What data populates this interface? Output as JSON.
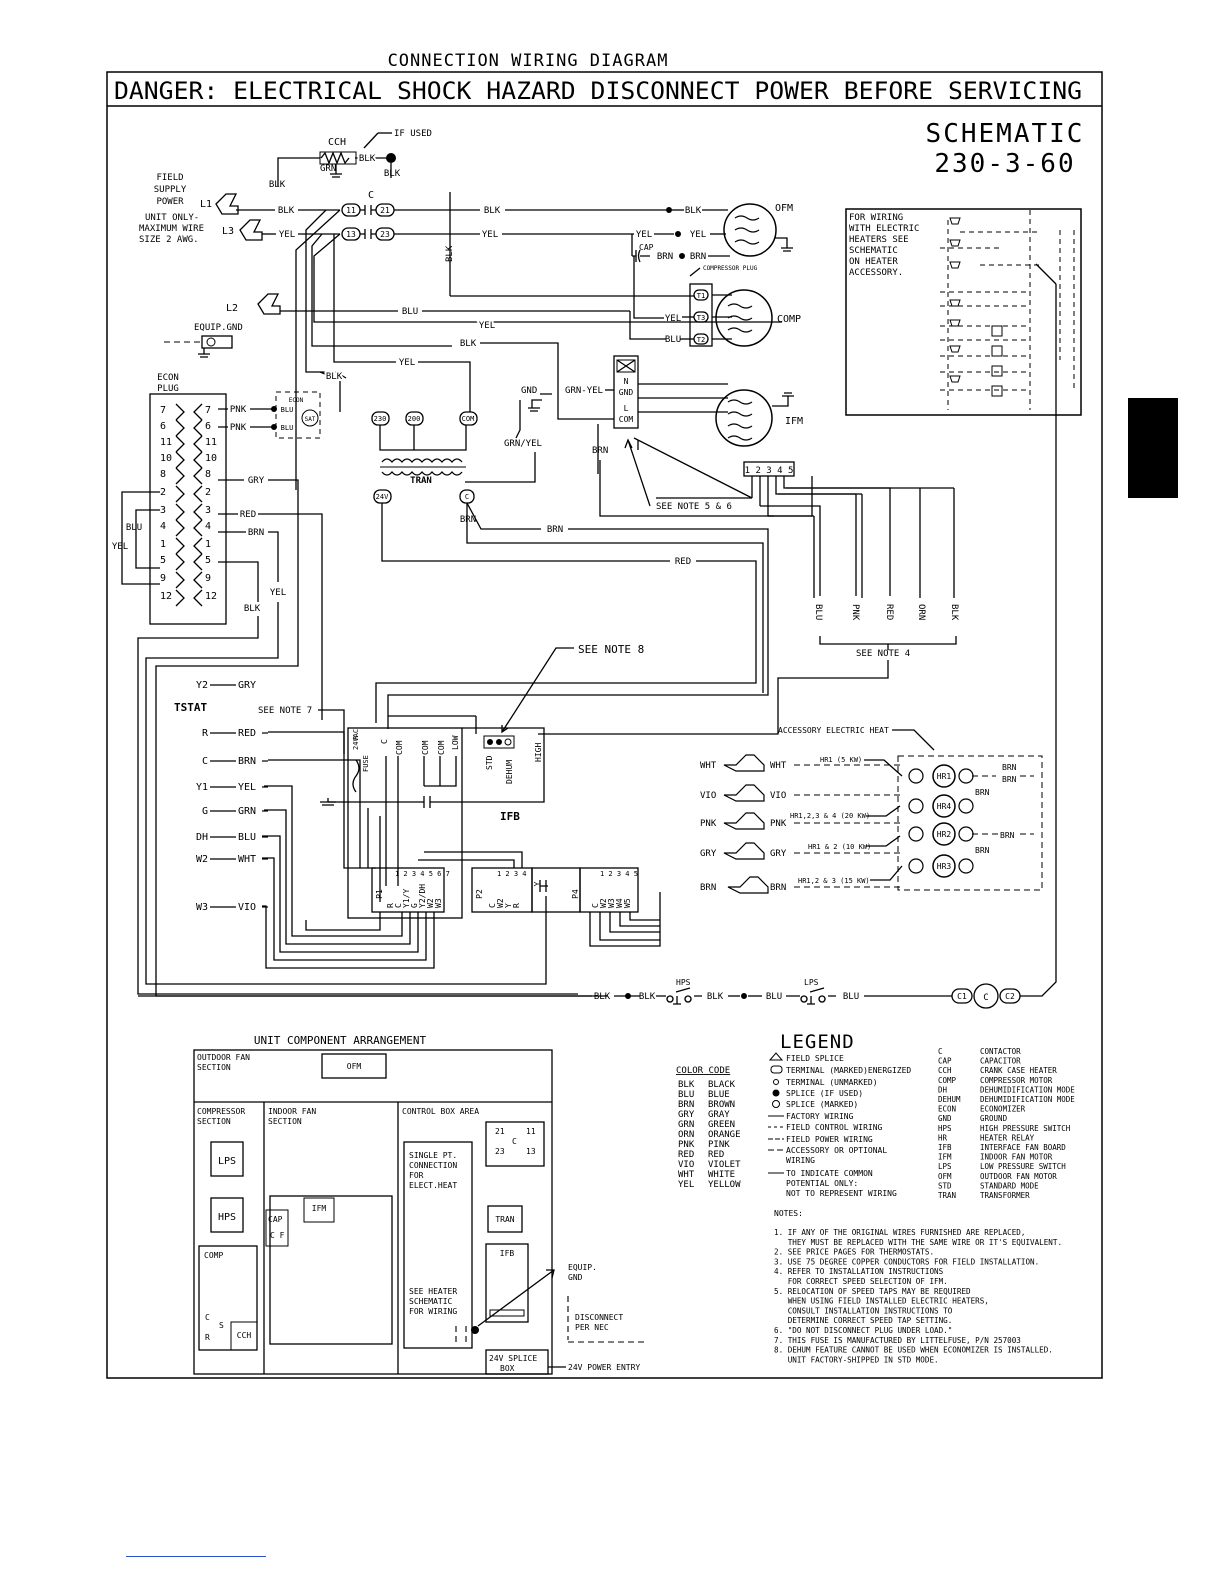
{
  "title": "CONNECTION WIRING DIAGRAM",
  "danger": "DANGER: ELECTRICAL SHOCK HAZARD DISCONNECT POWER BEFORE SERVICING",
  "schematic": {
    "line1": "SCHEMATIC",
    "line2": "230-3-60"
  },
  "supply": {
    "cch": "CCH",
    "if_used": "IF USED",
    "field_supply": [
      "FIELD",
      "SUPPLY",
      "POWER"
    ],
    "unit_only": [
      "UNIT ONLY-",
      "MAXIMUM WIRE",
      "SIZE 2 AWG."
    ],
    "l1": "L1",
    "l2": "L2",
    "l3": "L3",
    "c": "C",
    "t11": "11",
    "t21": "21",
    "t13": "13",
    "t23": "23",
    "equip_gnd": "EQUIP.GND",
    "econ_plug": [
      "ECON",
      "PLUG"
    ],
    "cap": "CAP",
    "compressor_plug": "COMPRESSOR PLUG",
    "t1": "T1",
    "t2": "T2",
    "t3": "T3",
    "ofm": "OFM",
    "comp": "COMP",
    "ifm": "IFM"
  },
  "heater_note": [
    "FOR WIRING",
    "WITH ELECTRIC",
    "HEATERS SEE",
    "SCHEMATIC",
    "ON HEATER",
    "ACCESSORY."
  ],
  "wire_labels": {
    "blk": "BLK",
    "yel": "YEL",
    "grn": "GRN",
    "blu": "BLU",
    "brn": "BRN",
    "red": "RED",
    "gry": "GRY",
    "pnk": "PNK",
    "orn": "ORN",
    "wht": "WHT",
    "vio": "VIO",
    "grn_yel": "GRN-YEL",
    "grn_slash_yel": "GRN/YEL",
    "gnd": "GND"
  },
  "econ_pins_left": [
    "7",
    "6",
    "11",
    "10",
    "8",
    "2",
    "3",
    "4",
    "1",
    "5",
    "9",
    "12"
  ],
  "econ_pins_right": [
    "7",
    "6",
    "11",
    "10",
    "8",
    "2",
    "3",
    "4",
    "1",
    "5",
    "9",
    "12"
  ],
  "econ_box": {
    "econ": "ECON",
    "sat": "SAT"
  },
  "transformer": {
    "v230": "230",
    "v200": "200",
    "com": "COM",
    "tran": "TRAN",
    "v24": "24V",
    "c": "C"
  },
  "fan_block": {
    "n": "N",
    "gnd": "GND",
    "l": "L",
    "com": "COM"
  },
  "ifm_pins": "1 2 3 4 5",
  "see_note_56": "SEE NOTE 5 & 6",
  "see_note_4": "SEE NOTE 4",
  "see_note_8": "SEE NOTE 8",
  "see_note_7": "SEE NOTE 7",
  "tstat": {
    "title": "TSTAT",
    "terminals": [
      {
        "term": "Y2",
        "wire": "GRY"
      },
      {
        "term": "R",
        "wire": "RED"
      },
      {
        "term": "C",
        "wire": "BRN"
      },
      {
        "term": "Y1",
        "wire": "YEL"
      },
      {
        "term": "G",
        "wire": "GRN"
      },
      {
        "term": "DH",
        "wire": "BLU"
      },
      {
        "term": "W2",
        "wire": "WHT"
      },
      {
        "term": "W3",
        "wire": "VIO"
      }
    ]
  },
  "ifb": {
    "label": "IFB",
    "fuse": "FUSE",
    "v24": "24VAC",
    "r": "R",
    "c": "C",
    "com": "COM",
    "low": "LOW",
    "std": "STD",
    "dehum": "DEHUM",
    "high": "HIGH",
    "p1": "P1",
    "p2": "P2",
    "p4": "P4",
    "y": "Y",
    "p1_pins": [
      "R",
      "C",
      "Y1/Y",
      "G",
      "Y2/DH",
      "W2",
      "W3"
    ],
    "p2_pins": [
      "C",
      "W2",
      "Y",
      "R"
    ],
    "p4_pins": [
      "C",
      "W2",
      "W3",
      "W4",
      "W5"
    ],
    "p1_nums": "1 2 3 4 5 6 7",
    "p2_nums": "1 2 3 4",
    "p4_nums": "1 2 3 4 5"
  },
  "heat": {
    "accessory": "ACCESSORY ELECTRIC HEAT",
    "hr1_5kw": "HR1 (5 KW)",
    "hr1234_20kw": "HR1,2,3 & 4 (20 KW)",
    "hr12_10kw": "HR1 & 2 (10 KW)",
    "hr123_15kw": "HR1,2 & 3 (15 KW)",
    "relays": [
      "HR1",
      "HR4",
      "HR2",
      "HR3"
    ],
    "splices": [
      "WHT",
      "VIO",
      "PNK",
      "GRY",
      "BRN"
    ]
  },
  "bottom": {
    "hps": "HPS",
    "lps": "LPS",
    "c1": "C1",
    "c": "C",
    "c2": "C2"
  },
  "arrangement": {
    "title": "UNIT COMPONENT ARRANGEMENT",
    "outdoor_fan": [
      "OUTDOOR FAN",
      "SECTION"
    ],
    "ofm": "OFM",
    "compressor": [
      "COMPRESSOR",
      "SECTION"
    ],
    "indoor_fan": [
      "INDOOR FAN",
      "SECTION"
    ],
    "control_box": "CONTROL BOX AREA",
    "lps": "LPS",
    "hps": "HPS",
    "comp": "COMP",
    "c": "C",
    "s": "S",
    "r": "R",
    "cch": "CCH",
    "cap": "CAP",
    "cf": "C F",
    "ifm": "IFM",
    "single_pt": [
      "SINGLE PT.",
      "CONNECTION",
      "FOR",
      "ELECT.HEAT"
    ],
    "see_heater": [
      "SEE HEATER",
      "SCHEMATIC",
      "FOR WIRING"
    ],
    "contactor": {
      "t21": "21",
      "t11": "11",
      "c": "C",
      "t23": "23",
      "t13": "13"
    },
    "tran": "TRAN",
    "ifb": "IFB",
    "equip_gnd": [
      "EQUIP.",
      "GND"
    ],
    "disconnect": [
      "DISCONNECT",
      "PER NEC"
    ],
    "splice_box": [
      "24V SPLICE",
      "BOX"
    ],
    "power_entry": "24V POWER ENTRY"
  },
  "legend": {
    "title": "LEGEND",
    "symbols": [
      "FIELD SPLICE",
      "TERMINAL (MARKED)ENERGIZED",
      "TERMINAL (UNMARKED)",
      "SPLICE (IF USED)",
      "SPLICE (MARKED)",
      "FACTORY WIRING",
      "FIELD CONTROL WIRING",
      "FIELD POWER WIRING",
      "ACCESSORY OR OPTIONAL",
      "WIRING",
      "TO INDICATE COMMON",
      "POTENTIAL ONLY:",
      "NOT TO REPRESENT WIRING"
    ],
    "color_code_title": "COLOR  CODE",
    "colors": [
      {
        "code": "BLK",
        "name": "BLACK"
      },
      {
        "code": "BLU",
        "name": "BLUE"
      },
      {
        "code": "BRN",
        "name": "BROWN"
      },
      {
        "code": "GRY",
        "name": "GRAY"
      },
      {
        "code": "GRN",
        "name": "GREEN"
      },
      {
        "code": "ORN",
        "name": "ORANGE"
      },
      {
        "code": "PNK",
        "name": "PINK"
      },
      {
        "code": "RED",
        "name": "RED"
      },
      {
        "code": "VIO",
        "name": "VIOLET"
      },
      {
        "code": "WHT",
        "name": "WHITE"
      },
      {
        "code": "YEL",
        "name": "YELLOW"
      }
    ],
    "abbrev": [
      {
        "a": "C",
        "d": "CONTACTOR"
      },
      {
        "a": "CAP",
        "d": "CAPACITOR"
      },
      {
        "a": "CCH",
        "d": "CRANK CASE HEATER"
      },
      {
        "a": "COMP",
        "d": "COMPRESSOR MOTOR"
      },
      {
        "a": "DH",
        "d": "DEHUMIDIFICATION MODE"
      },
      {
        "a": "DEHUM",
        "d": "DEHUMIDIFICATION MODE"
      },
      {
        "a": "ECON",
        "d": "ECONOMIZER"
      },
      {
        "a": "GND",
        "d": "GROUND"
      },
      {
        "a": "HPS",
        "d": "HIGH PRESSURE SWITCH"
      },
      {
        "a": "HR",
        "d": "HEATER RELAY"
      },
      {
        "a": "IFB",
        "d": "INTERFACE FAN BOARD"
      },
      {
        "a": "IFM",
        "d": "INDOOR FAN MOTOR"
      },
      {
        "a": "LPS",
        "d": "LOW PRESSURE SWITCH"
      },
      {
        "a": "OFM",
        "d": "OUTDOOR FAN MOTOR"
      },
      {
        "a": "STD",
        "d": "STANDARD MODE"
      },
      {
        "a": "TRAN",
        "d": "TRANSFORMER"
      }
    ]
  },
  "notes": {
    "title": "NOTES:",
    "lines": [
      "1. IF ANY OF THE ORIGINAL WIRES FURNISHED ARE REPLACED,",
      "   THEY MUST BE REPLACED WITH THE SAME WIRE OR IT'S EQUIVALENT.",
      "2. SEE PRICE PAGES FOR THERMOSTATS.",
      "3. USE 75 DEGREE COPPER CONDUCTORS FOR FIELD INSTALLATION.",
      "4. REFER TO INSTALLATION INSTRUCTIONS",
      "   FOR CORRECT SPEED SELECTION OF IFM.",
      "5. RELOCATION OF SPEED TAPS MAY BE REQUIRED",
      "   WHEN USING FIELD INSTALLED ELECTRIC HEATERS,",
      "   CONSULT INSTALLATION INSTRUCTIONS TO",
      "   DETERMINE CORRECT SPEED TAP SETTING.",
      "6. \"DO NOT DISCONNECT PLUG UNDER LOAD.\"",
      "7. THIS FUSE IS MANUFACTURED BY LITTELFUSE, P/N 257003",
      "8. DEHUM FEATURE CANNOT BE USED WHEN ECONOMIZER IS INSTALLED.",
      "   UNIT FACTORY-SHIPPED IN STD MODE."
    ]
  }
}
